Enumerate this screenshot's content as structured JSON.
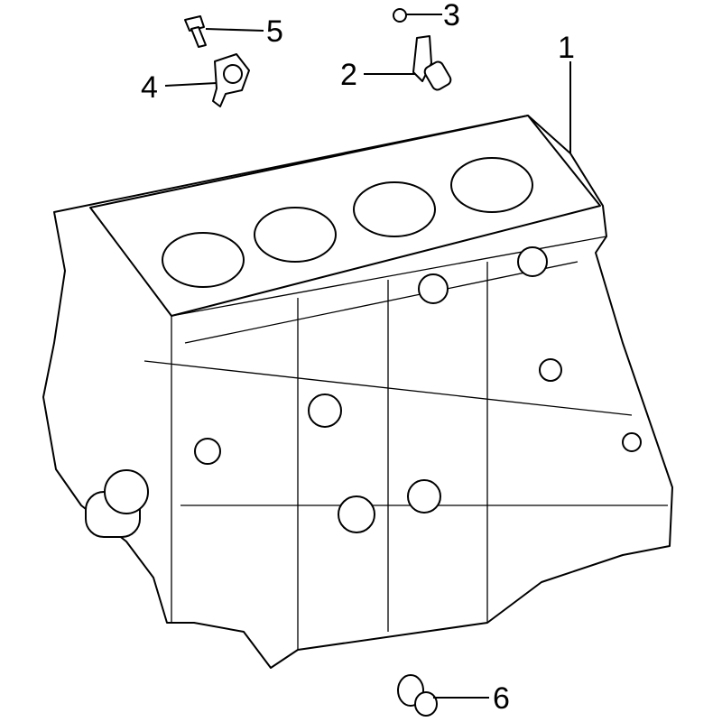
{
  "diagram": {
    "type": "exploded-parts-diagram",
    "callouts": [
      {
        "number": "1",
        "part": "cylinder-block"
      },
      {
        "number": "2",
        "part": "sensor"
      },
      {
        "number": "3",
        "part": "bolt-small"
      },
      {
        "number": "4",
        "part": "knock-sensor"
      },
      {
        "number": "5",
        "part": "bolt"
      },
      {
        "number": "6",
        "part": "drain-plug"
      }
    ]
  }
}
